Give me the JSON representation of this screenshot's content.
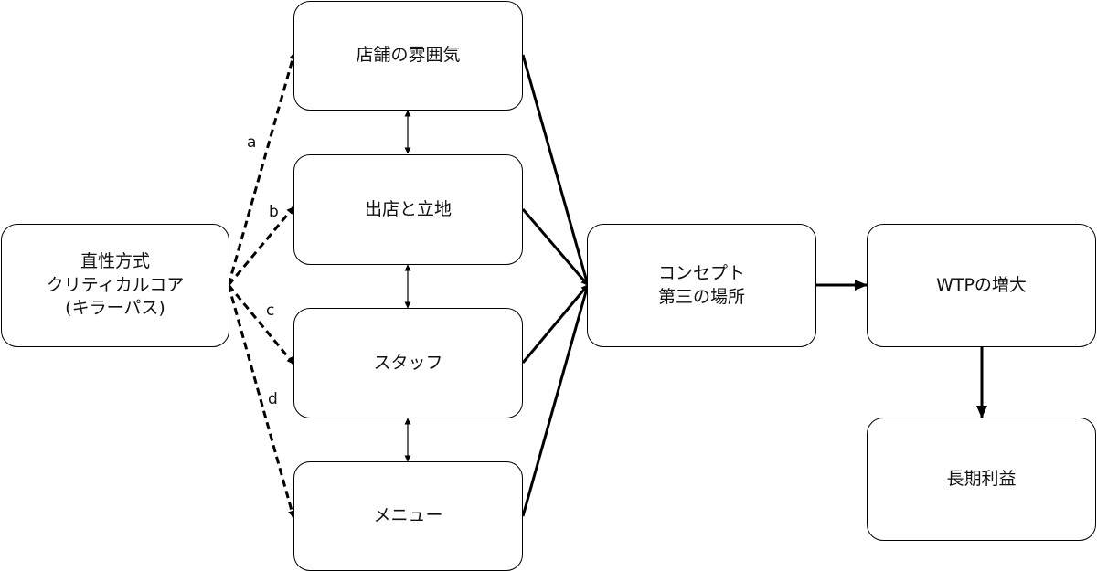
{
  "nodes": {
    "core": [
      "直性方式",
      "クリティカルコア",
      "(キラーパス)"
    ],
    "atmosphere": [
      "店舗の雰囲気"
    ],
    "location": [
      "出店と立地"
    ],
    "staff": [
      "スタッフ"
    ],
    "menu": [
      "メニュー"
    ],
    "concept": [
      "コンセプト",
      "第三の場所"
    ],
    "wtp": [
      "WTPの増大"
    ],
    "profit": [
      "長期利益"
    ]
  },
  "edge_labels": {
    "a": "a",
    "b": "b",
    "c": "c",
    "d": "d"
  }
}
